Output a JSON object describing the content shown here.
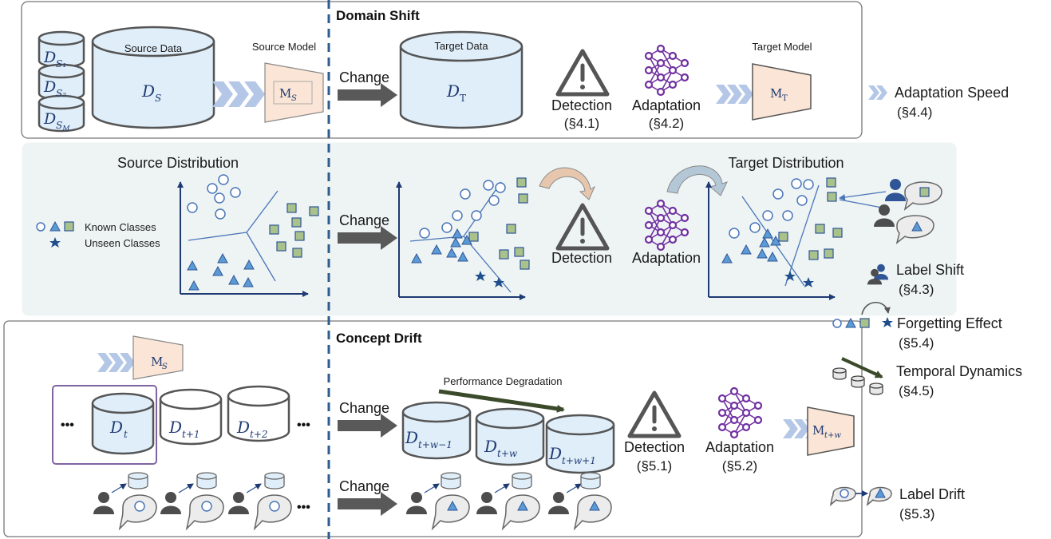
{
  "sections": {
    "domain_shift": "Domain Shift",
    "concept_drift": "Concept Drift"
  },
  "domain_shift": {
    "source_data": "Source Data",
    "source_model": "Source Model",
    "target_data": "Target Data",
    "target_model": "Target Model",
    "change": "Change",
    "detection": "Detection",
    "detection_ref": "(§4.1)",
    "adaptation": "Adaptation",
    "adaptation_ref": "(§4.2)",
    "d_s1": "D",
    "d_s": "D",
    "d_t": "D",
    "m_s": "M",
    "m_t": "M"
  },
  "distribution": {
    "source_title": "Source Distribution",
    "target_title": "Target Distribution",
    "known_classes": "Known Classes",
    "unseen_classes": "Unseen Classes",
    "change": "Change",
    "detection": "Detection",
    "adaptation": "Adaptation"
  },
  "concept_drift": {
    "change1": "Change",
    "change2": "Change",
    "performance_degradation": "Performance Degradation",
    "detection": "Detection",
    "detection_ref": "(§5.1)",
    "adaptation": "Adaptation",
    "adaptation_ref": "(§5.2)",
    "ellipsis": "•••"
  },
  "legend": {
    "adaptation_speed": "Adaptation Speed",
    "adaptation_speed_ref": "(§4.4)",
    "label_shift": "Label Shift",
    "label_shift_ref": "(§4.3)",
    "forgetting_effect": "Forgetting Effect",
    "forgetting_effect_ref": "(§5.4)",
    "temporal_dynamics": "Temporal Dynamics",
    "temporal_dynamics_ref": "(§4.5)",
    "label_drift": "Label Drift",
    "label_drift_ref": "(§5.3)"
  },
  "colors": {
    "data_fill": "#dfeef9",
    "model_fill": "#fbe5d6",
    "distribution_panel": "#eef4f4",
    "network": "#7030a0",
    "triangle": "#5b9bd5",
    "square": "#a9c18a",
    "perf_arrow": "#3a4a2a"
  },
  "icons": [
    "warning-icon",
    "neural-network-icon",
    "chevron-arrows-icon",
    "user-icon",
    "database-icon",
    "star-icon"
  ]
}
